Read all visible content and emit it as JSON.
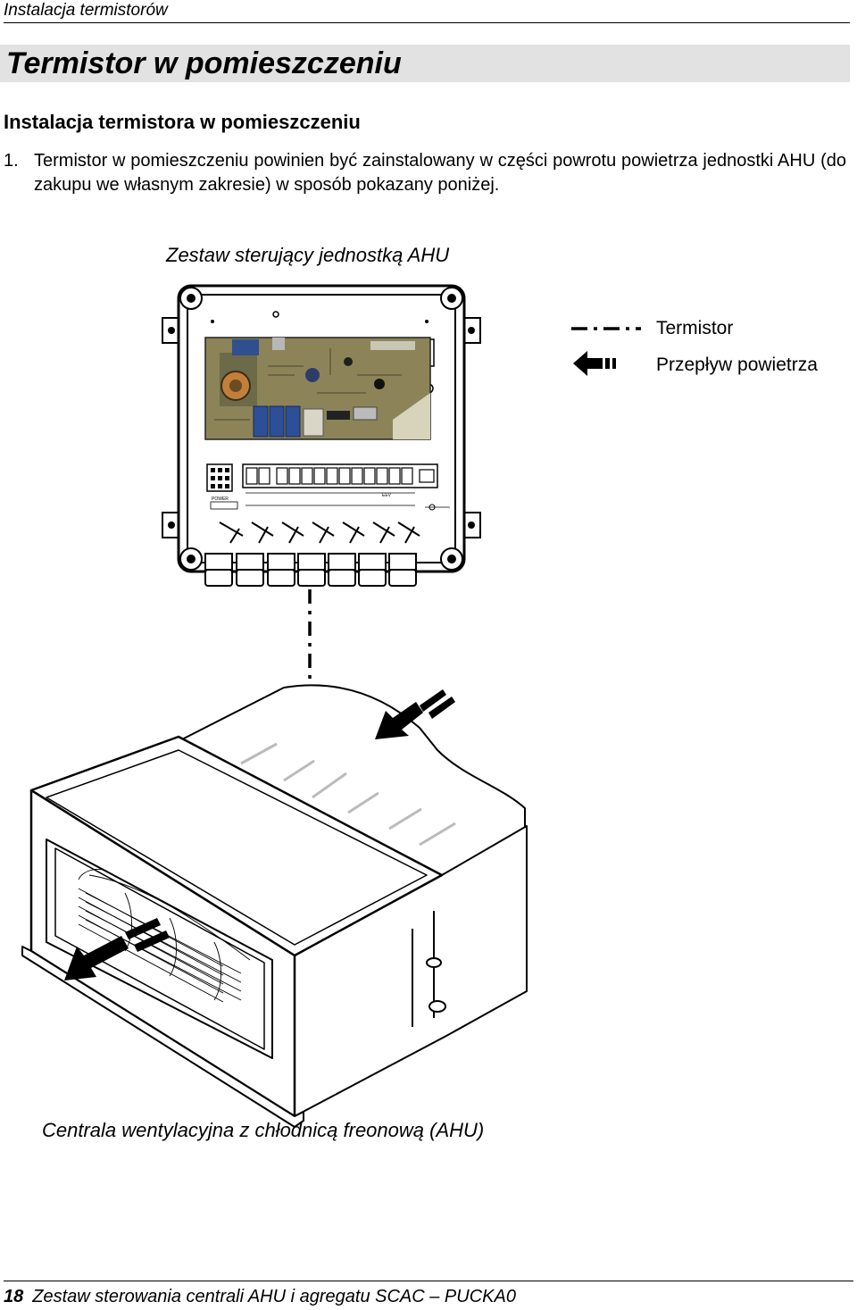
{
  "header": {
    "running_title": "Instalacja termistorów"
  },
  "page_title": "Termistor w pomieszczeniu",
  "section_heading": "Instalacja termistora w pomieszczeniu",
  "step": {
    "number": "1.",
    "text": "Termistor w pomieszczeniu powinien być zainstalowany w części powrotu powietrza jednostki AHU (do zakupu we własnym zakresie) w sposób pokazany poniżej."
  },
  "figure": {
    "caption_top": "Zestaw sterujący jednostką AHU",
    "caption_bottom": "Centrala wentylacyjna z chłodnicą freonową (AHU)",
    "legend": [
      {
        "label": "Termistor",
        "icon": "dash-dot-line-icon"
      },
      {
        "label": "Przepływ powietrza",
        "icon": "airflow-arrow-icon"
      }
    ],
    "terminal_labels": {
      "power": "POWER",
      "edv": "EEV"
    }
  },
  "footer": {
    "page_number": "18",
    "text": "Zestaw sterowania centrali AHU i agregatu SCAC – PUCKA0"
  }
}
